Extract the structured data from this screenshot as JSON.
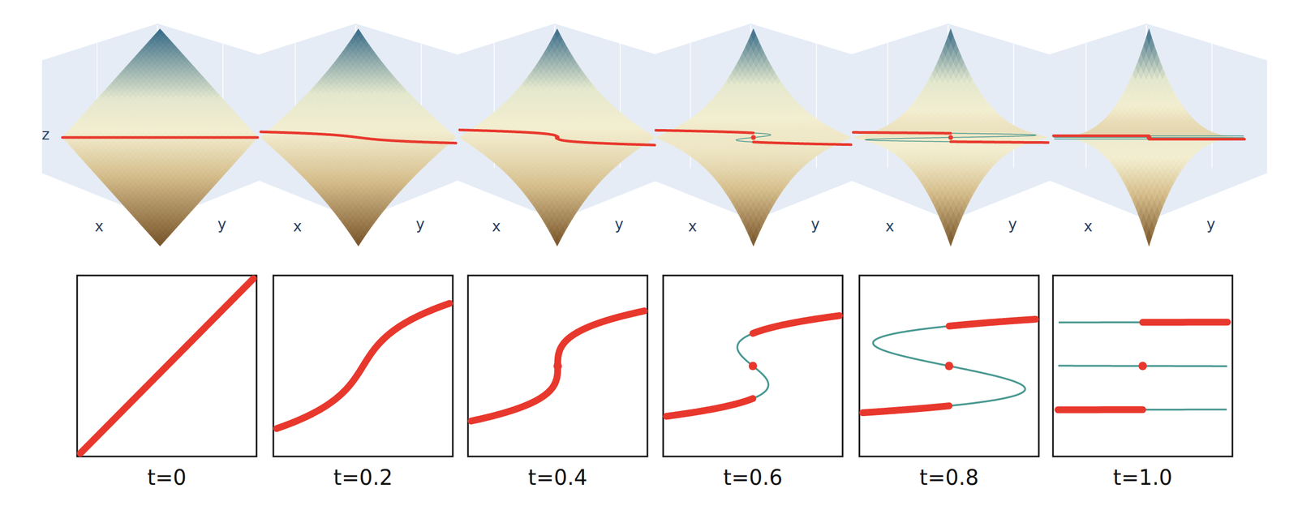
{
  "diagram": {
    "labels": [
      "z",
      "x",
      "y",
      "x",
      "y",
      "x",
      "y",
      "x",
      "y",
      "x",
      "y",
      "x",
      "y",
      "t=0",
      "t=0.2",
      "t=0.4",
      "t=0.6",
      "t=0.8",
      "t=1.0"
    ]
  }
}
